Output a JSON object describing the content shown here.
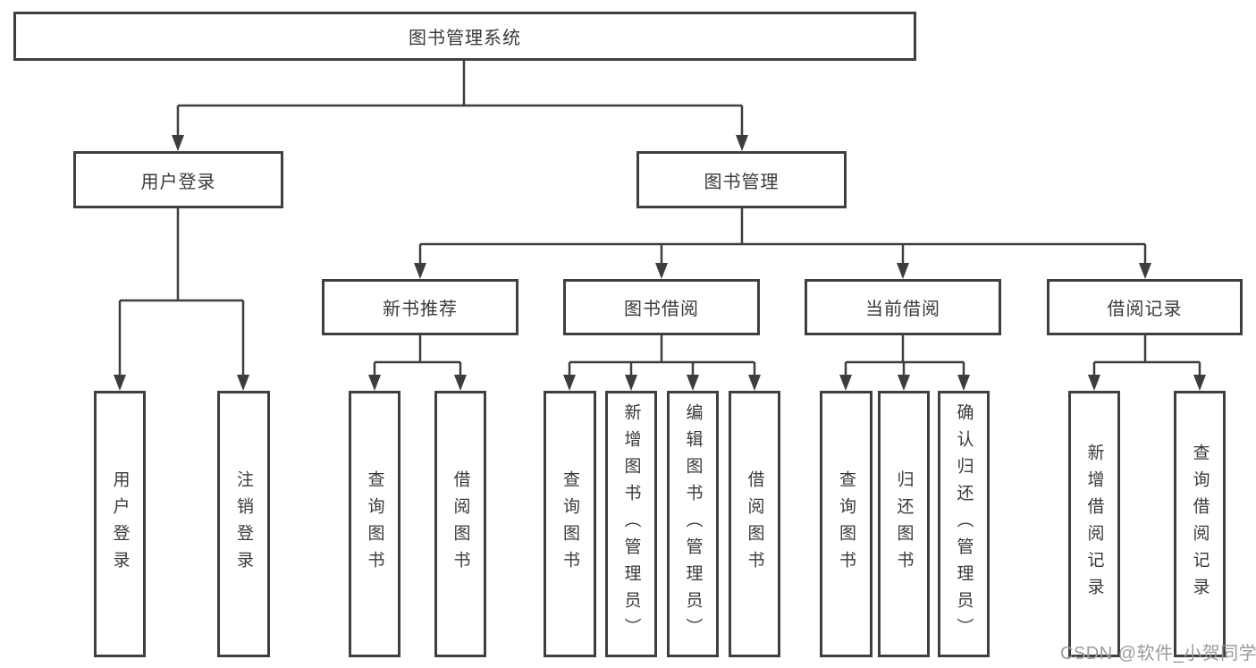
{
  "diagram": {
    "root": {
      "label": "图书管理系统"
    },
    "branches": [
      {
        "label": "用户登录",
        "children": [
          {
            "label": "用户登录"
          },
          {
            "label": "注销登录"
          }
        ]
      },
      {
        "label": "图书管理",
        "children": [
          {
            "label": "新书推荐",
            "children": [
              {
                "label": "查询图书"
              },
              {
                "label": "借阅图书"
              }
            ]
          },
          {
            "label": "图书借阅",
            "children": [
              {
                "label": "查询图书"
              },
              {
                "label": "新增图书（管理员）"
              },
              {
                "label": "编辑图书（管理员）"
              },
              {
                "label": "借阅图书"
              }
            ]
          },
          {
            "label": "当前借阅",
            "children": [
              {
                "label": "查询图书"
              },
              {
                "label": "归还图书"
              },
              {
                "label": "确认归还（管理员）"
              }
            ]
          },
          {
            "label": "借阅记录",
            "children": [
              {
                "label": "新增借阅记录"
              },
              {
                "label": "查询借阅记录"
              }
            ]
          }
        ]
      }
    ]
  },
  "watermark": {
    "label": "CSDN @软件_小贺同学"
  },
  "colors": {
    "line": "#3d3d3d",
    "border": "#3f3f3f",
    "text": "#3a3a3a",
    "watermark": "#9b9b9b",
    "background": "#ffffff"
  }
}
